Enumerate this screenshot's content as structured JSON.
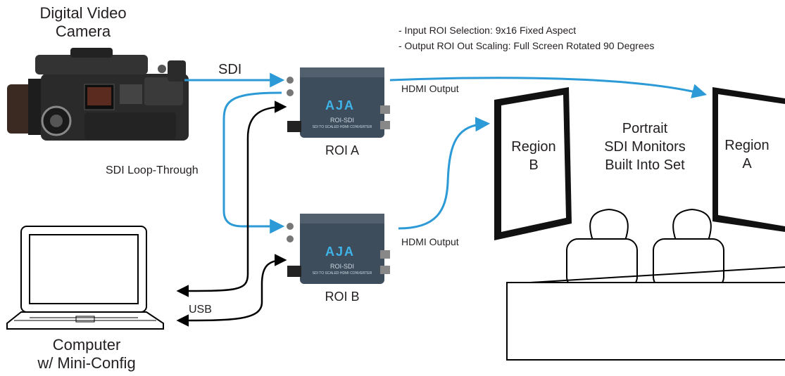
{
  "camera": {
    "title_line1": "Digital Video",
    "title_line2": "Camera"
  },
  "computer": {
    "title_line1": "Computer",
    "title_line2": "w/ Mini-Config"
  },
  "notes": [
    "- Input ROI Selection: 9x16 Fixed Aspect",
    "- Output ROI Out Scaling: Full Screen Rotated 90 Degrees"
  ],
  "connections": {
    "sdi": "SDI",
    "sdi_loop": "SDI Loop-Through",
    "usb": "USB",
    "hdmi_a": "HDMI Output",
    "hdmi_b": "HDMI Output"
  },
  "devices": [
    {
      "id": "roi-a",
      "caption": "ROI A",
      "brand": "AJA",
      "model": "ROI-SDI",
      "subtitle": "SDI TO SCALED HDMI CONVERTER"
    },
    {
      "id": "roi-b",
      "caption": "ROI B",
      "brand": "AJA",
      "model": "ROI-SDI",
      "subtitle": "SDI TO SCALED HDMI CONVERTER"
    }
  ],
  "monitors": {
    "b_line1": "Region",
    "b_line2": "B",
    "a_line1": "Region",
    "a_line2": "A",
    "set_line1": "Portrait",
    "set_line2": "SDI Monitors",
    "set_line3": "Built Into Set"
  },
  "colors": {
    "arrow_blue": "#2c9ad6",
    "device_body": "#3d4d5c",
    "brand_blue": "#3fb4e8"
  }
}
